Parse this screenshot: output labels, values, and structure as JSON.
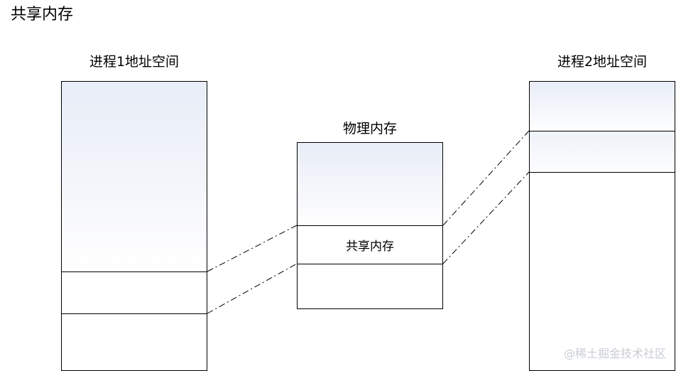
{
  "title": "共享内存",
  "process1": {
    "label": "进程1地址空间"
  },
  "physical": {
    "label": "物理内存",
    "shared_label": "共享内存"
  },
  "process2": {
    "label": "进程2地址空间"
  },
  "watermark": "@稀土掘金技术社区"
}
